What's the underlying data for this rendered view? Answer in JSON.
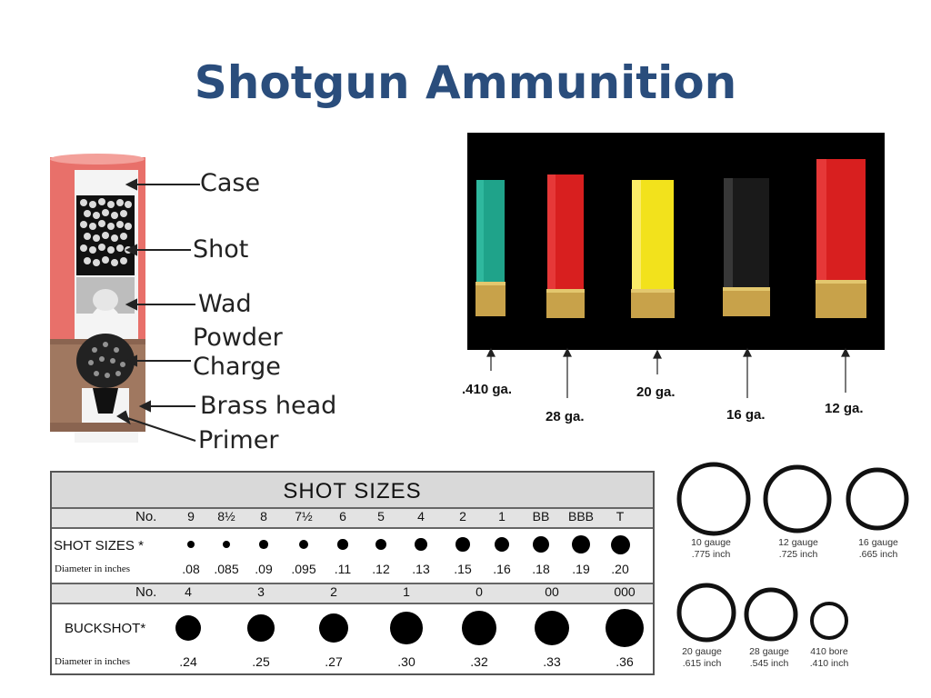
{
  "title": "Shotgun Ammunition",
  "diagram": {
    "labels": {
      "case": "Case",
      "shot": "Shot",
      "wad": "Wad",
      "powder": "Powder",
      "charge": "Charge",
      "brass_head": "Brass head",
      "primer": "Primer"
    },
    "colors": {
      "case": "#e8706a",
      "brass": "#a07860"
    }
  },
  "photo": {
    "gauges": [
      ".410 ga.",
      "28 ga.",
      "20 ga.",
      "16 ga.",
      "12 ga."
    ],
    "shell_colors": [
      "#1fa38a",
      "#d81f1f",
      "#f2e21c",
      "#1a1a1a",
      "#d81f1f"
    ]
  },
  "shot_table": {
    "title": "SHOT SIZES",
    "no_label": "No.",
    "shot_label": "SHOT SIZES",
    "diameter_label": "Diameter in inches",
    "shot_numbers": [
      "9",
      "8½",
      "8",
      "7½",
      "6",
      "5",
      "4",
      "2",
      "1",
      "BB",
      "BBB",
      "T"
    ],
    "shot_diameters": [
      ".08",
      ".085",
      ".09",
      ".095",
      ".11",
      ".12",
      ".13",
      ".15",
      ".16",
      ".18",
      ".19",
      ".20"
    ],
    "buckshot_label": "BUCKSHOT",
    "buck_numbers": [
      "4",
      "3",
      "2",
      "1",
      "0",
      "00",
      "000"
    ],
    "buck_diameters": [
      ".24",
      ".25",
      ".27",
      ".30",
      ".32",
      ".33",
      ".36"
    ]
  },
  "gauge_rings": [
    {
      "name": "10 gauge",
      "size": ".775 inch"
    },
    {
      "name": "12 gauge",
      "size": ".725 inch"
    },
    {
      "name": "16 gauge",
      "size": ".665 inch"
    },
    {
      "name": "20 gauge",
      "size": ".615 inch"
    },
    {
      "name": "28 gauge",
      "size": ".545 inch"
    },
    {
      "name": "410 bore",
      "size": ".410 inch"
    }
  ]
}
